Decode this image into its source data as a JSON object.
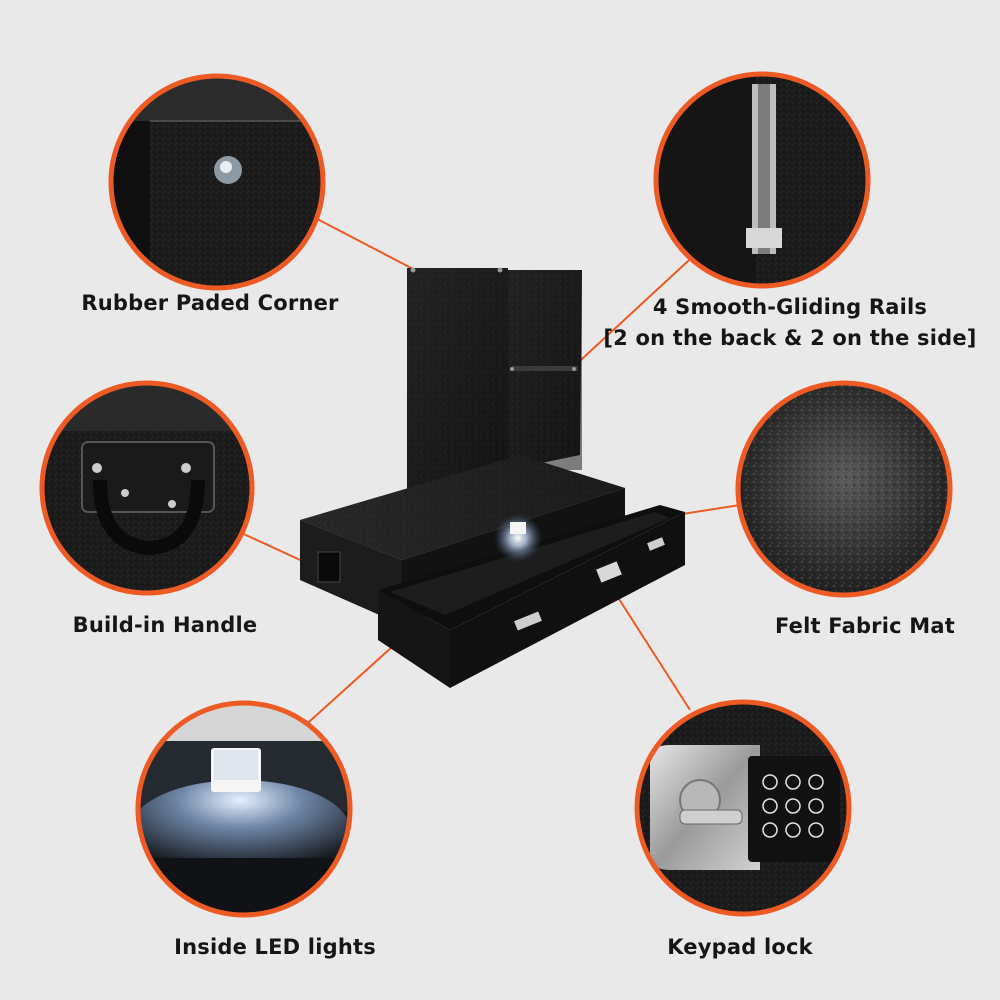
{
  "features": {
    "rubber_corner": "Rubber Paded Corner",
    "rails_line1": "4 Smooth-Gliding Rails",
    "rails_line2": "[2 on the back & 2 on the side]",
    "handle": "Build-in Handle",
    "felt_mat": "Felt Fabric Mat",
    "led_lights": "Inside LED lights",
    "keypad_lock": "Keypad lock"
  },
  "colors": {
    "background": "#e9e9ea",
    "callout_ring": "#ee5a24",
    "leader_line": "#ee5a24",
    "safe_body": "#141414"
  }
}
